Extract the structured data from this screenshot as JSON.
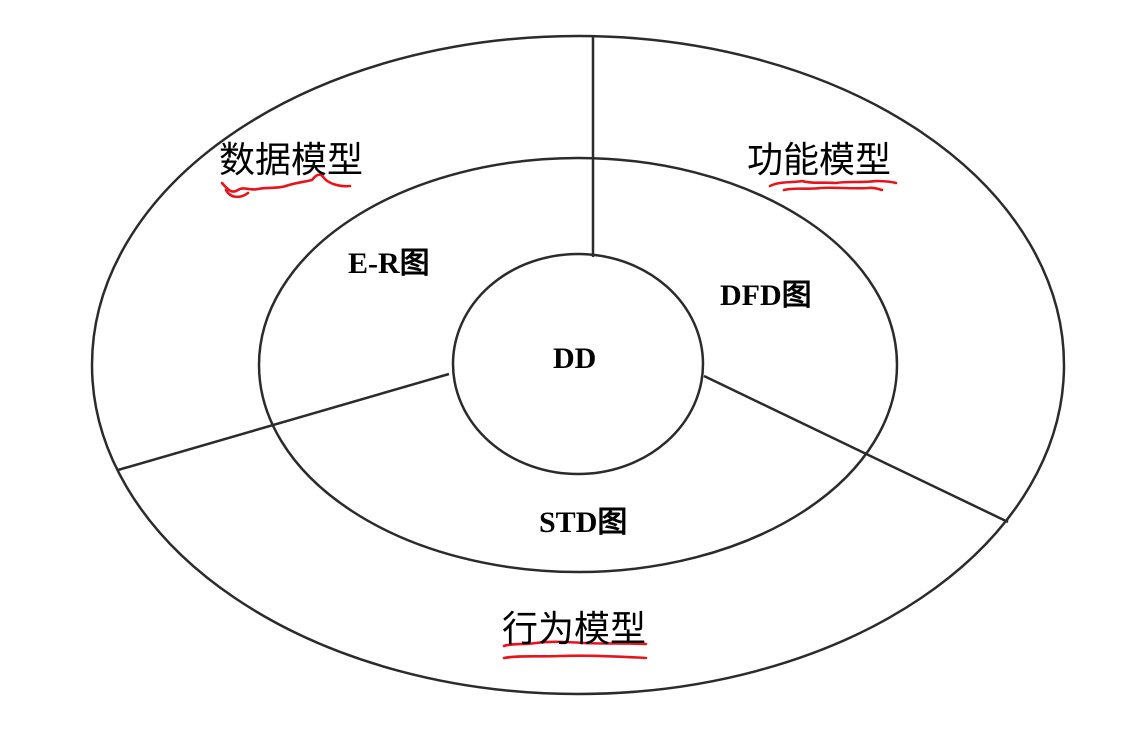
{
  "diagram": {
    "outer_ring": {
      "data_model": "数据模型",
      "function_model": "功能模型",
      "behavior_model": "行为模型"
    },
    "middle_ring": {
      "er": "E-R图",
      "dfd": "DFD图",
      "std": "STD图"
    },
    "core": {
      "dd": "DD"
    }
  },
  "colors": {
    "line": "#2b2b2b",
    "annotation": "#e8141c",
    "text": "#000000",
    "background": "#ffffff"
  }
}
